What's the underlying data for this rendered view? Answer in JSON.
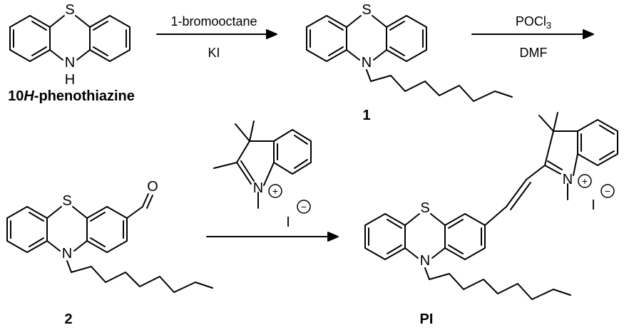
{
  "scheme": {
    "step1": {
      "reagent_above": "1-bromooctane",
      "reagent_below": "KI"
    },
    "step2": {
      "reagent_above": "POCl",
      "reagent_above_sub": "3",
      "reagent_below": "DMF"
    },
    "compounds": {
      "start": {
        "label_prefix": "10",
        "label_italic": "H",
        "label_suffix": "-phenothiazine"
      },
      "c1": {
        "label": "1"
      },
      "c2": {
        "label": "2"
      },
      "product": {
        "label": "PI"
      }
    },
    "atoms": {
      "S": "S",
      "N": "N",
      "H": "H",
      "O": "O",
      "I": "I"
    },
    "charges": {
      "plus": "+",
      "minus": "−"
    }
  }
}
